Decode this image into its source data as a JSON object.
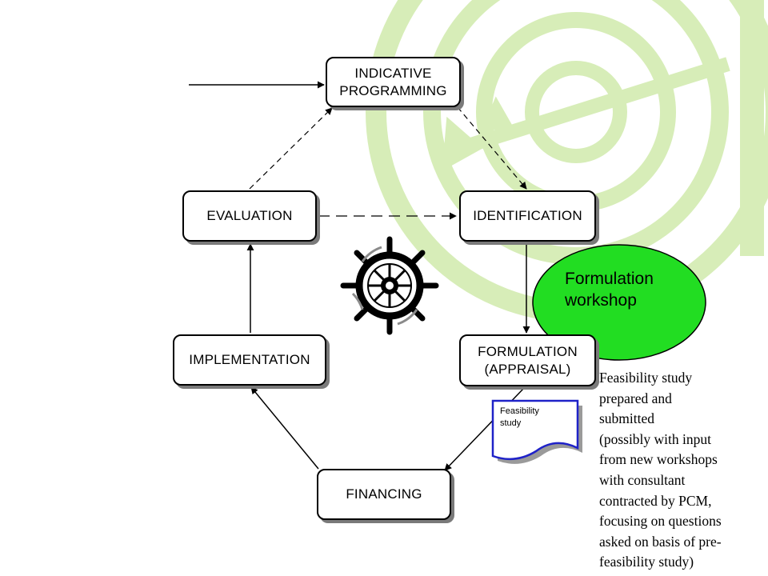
{
  "theme": {
    "accent_green": "#22dd22",
    "watermark_green": "#d7edb8",
    "box_shadow": "#7a7a7a",
    "document_border": "#1f22c8"
  },
  "diagram": {
    "boxes": {
      "indicative_programming": [
        "INDICATIVE",
        "PROGRAMMING"
      ],
      "evaluation": [
        "EVALUATION"
      ],
      "identification": [
        "IDENTIFICATION"
      ],
      "implementation": [
        "IMPLEMENTATION"
      ],
      "formulation": [
        "FORMULATION",
        "(APPRAISAL)"
      ],
      "financing": [
        "FINANCING"
      ]
    },
    "workshop_bubble": [
      "Formulation",
      "workshop"
    ],
    "document": [
      "Feasibility",
      "study"
    ],
    "note_lines": [
      "Feasibility study",
      "prepared and",
      "submitted",
      "(possibly with input",
      "from new workshops",
      "with consultant",
      "contracted by PCM,",
      "focusing on questions",
      "asked on basis of pre-",
      "feasibility study)"
    ],
    "icons": [
      "ship-wheel-icon",
      "target-watermark-icon"
    ]
  }
}
